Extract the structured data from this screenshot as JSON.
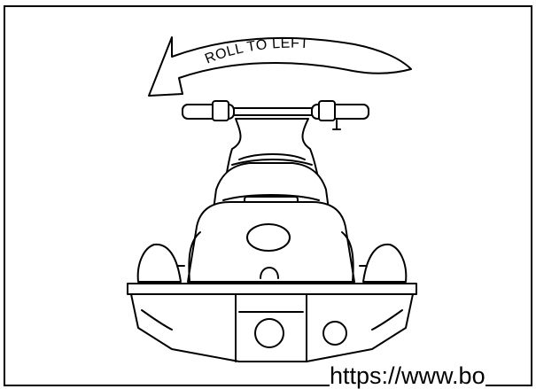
{
  "diagram": {
    "instruction": "ROLL TO LEFT",
    "direction": "left",
    "subject": "personal watercraft, rear view"
  },
  "watermark": {
    "text": "https://www.bo"
  },
  "colors": {
    "line": "#000000",
    "fill": "#ffffff"
  }
}
